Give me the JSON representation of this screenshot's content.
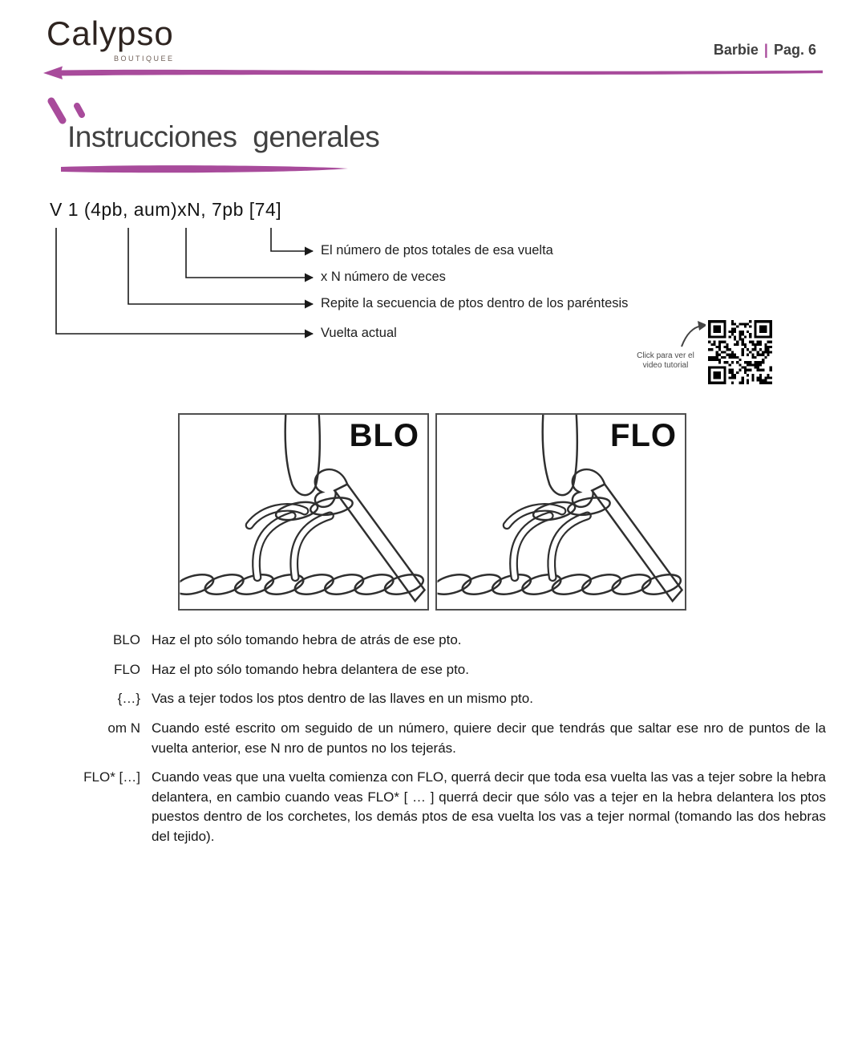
{
  "accent_color": "#a84b9b",
  "header": {
    "brand": "Calypso",
    "brand_sub": "BOUTIQUEE",
    "doc_title": "Barbie",
    "separator": "|",
    "page_label": "Pag. 6"
  },
  "title": "Instrucciones generales",
  "formula": {
    "text": "V 1 (4pb, aum)xN, 7pb [74]",
    "annotations": [
      "El número de ptos totales de esa vuelta",
      "x N número de veces",
      "Repite la secuencia de ptos dentro de los paréntesis",
      "Vuelta actual"
    ]
  },
  "qr": {
    "caption_line1": "Click para ver el",
    "caption_line2": "video tutorial"
  },
  "panels": [
    {
      "label": "BLO"
    },
    {
      "label": "FLO"
    }
  ],
  "glossary": [
    {
      "term": "BLO",
      "definition": "Haz el pto sólo tomando hebra de atrás de ese pto."
    },
    {
      "term": "FLO",
      "definition": "Haz el pto sólo tomando hebra delantera de ese pto."
    },
    {
      "term": "{…}",
      "definition": "Vas a tejer todos los ptos dentro de las llaves en un mismo pto."
    },
    {
      "term": "om N",
      "definition": "Cuando esté escrito om seguido de un número, quiere decir que tendrás que saltar ese nro de puntos de la vuelta anterior, ese N nro de puntos no los tejerás."
    },
    {
      "term": "FLO* […]",
      "definition": "Cuando veas que una vuelta comienza con FLO, querrá decir que toda esa vuelta las vas a tejer sobre la hebra delantera, en cambio cuando veas FLO* [ … ] querrá decir que sólo vas a tejer en la hebra delantera los ptos puestos dentro de los corchetes, los demás ptos de esa vuelta los vas a tejer normal (tomando las dos hebras del tejido)."
    }
  ]
}
